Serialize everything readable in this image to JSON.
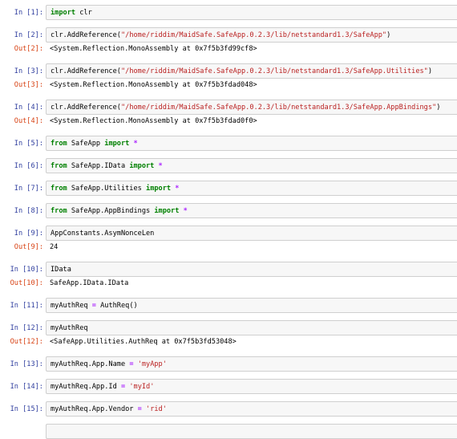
{
  "cells": [
    {
      "in_prompt": "In [1]:",
      "code": [
        {
          "t": "import",
          "c": "kw"
        },
        {
          "t": " clr",
          "c": ""
        }
      ]
    },
    {
      "in_prompt": "In [2]:",
      "code": [
        {
          "t": "clr.AddReference(",
          "c": ""
        },
        {
          "t": "\"/home/riddim/MaidSafe.SafeApp.0.2.3/lib/netstandard1.3/SafeApp\"",
          "c": "str"
        },
        {
          "t": ")",
          "c": ""
        }
      ],
      "out_prompt": "Out[2]:",
      "output": "<System.Reflection.MonoAssembly at 0x7f5b3fd99cf8>"
    },
    {
      "in_prompt": "In [3]:",
      "code": [
        {
          "t": "clr.AddReference(",
          "c": ""
        },
        {
          "t": "\"/home/riddim/MaidSafe.SafeApp.0.2.3/lib/netstandard1.3/SafeApp.Utilities\"",
          "c": "str"
        },
        {
          "t": ")",
          "c": ""
        }
      ],
      "out_prompt": "Out[3]:",
      "output": "<System.Reflection.MonoAssembly at 0x7f5b3fdad048>"
    },
    {
      "in_prompt": "In [4]:",
      "code": [
        {
          "t": "clr.AddReference(",
          "c": ""
        },
        {
          "t": "\"/home/riddim/MaidSafe.SafeApp.0.2.3/lib/netstandard1.3/SafeApp.AppBindings\"",
          "c": "str"
        },
        {
          "t": ")",
          "c": ""
        }
      ],
      "out_prompt": "Out[4]:",
      "output": "<System.Reflection.MonoAssembly at 0x7f5b3fdad0f0>"
    },
    {
      "in_prompt": "In [5]:",
      "code": [
        {
          "t": "from",
          "c": "kw"
        },
        {
          "t": " SafeApp ",
          "c": ""
        },
        {
          "t": "import",
          "c": "kw"
        },
        {
          "t": " ",
          "c": ""
        },
        {
          "t": "*",
          "c": "op"
        }
      ]
    },
    {
      "in_prompt": "In [6]:",
      "code": [
        {
          "t": "from",
          "c": "kw"
        },
        {
          "t": " SafeApp.IData ",
          "c": ""
        },
        {
          "t": "import",
          "c": "kw"
        },
        {
          "t": " ",
          "c": ""
        },
        {
          "t": "*",
          "c": "op"
        }
      ]
    },
    {
      "in_prompt": "In [7]:",
      "code": [
        {
          "t": "from",
          "c": "kw"
        },
        {
          "t": " SafeApp.Utilities ",
          "c": ""
        },
        {
          "t": "import",
          "c": "kw"
        },
        {
          "t": " ",
          "c": ""
        },
        {
          "t": "*",
          "c": "op"
        }
      ]
    },
    {
      "in_prompt": "In [8]:",
      "code": [
        {
          "t": "from",
          "c": "kw"
        },
        {
          "t": " SafeApp.AppBindings ",
          "c": ""
        },
        {
          "t": "import",
          "c": "kw"
        },
        {
          "t": " ",
          "c": ""
        },
        {
          "t": "*",
          "c": "op"
        }
      ]
    },
    {
      "in_prompt": "In [9]:",
      "code": [
        {
          "t": "AppConstants.AsymNonceLen",
          "c": ""
        }
      ],
      "out_prompt": "Out[9]:",
      "output": "24"
    },
    {
      "in_prompt": "In [10]:",
      "code": [
        {
          "t": "IData",
          "c": ""
        }
      ],
      "out_prompt": "Out[10]:",
      "output": "SafeApp.IData.IData"
    },
    {
      "in_prompt": "In [11]:",
      "code": [
        {
          "t": "myAuthReq ",
          "c": ""
        },
        {
          "t": "=",
          "c": "op"
        },
        {
          "t": " AuthReq()",
          "c": ""
        }
      ]
    },
    {
      "in_prompt": "In [12]:",
      "code": [
        {
          "t": "myAuthReq",
          "c": ""
        }
      ],
      "out_prompt": "Out[12]:",
      "output": "<SafeApp.Utilities.AuthReq at 0x7f5b3fd53048>"
    },
    {
      "in_prompt": "In [13]:",
      "code": [
        {
          "t": "myAuthReq.App.Name ",
          "c": ""
        },
        {
          "t": "=",
          "c": "op"
        },
        {
          "t": " ",
          "c": ""
        },
        {
          "t": "'myApp'",
          "c": "str"
        }
      ]
    },
    {
      "in_prompt": "In [14]:",
      "code": [
        {
          "t": "myAuthReq.App.Id ",
          "c": ""
        },
        {
          "t": "=",
          "c": "op"
        },
        {
          "t": " ",
          "c": ""
        },
        {
          "t": "'myId'",
          "c": "str"
        }
      ]
    },
    {
      "in_prompt": "In [15]:",
      "code": [
        {
          "t": "myAuthReq.App.Vendor ",
          "c": ""
        },
        {
          "t": "=",
          "c": "op"
        },
        {
          "t": " ",
          "c": ""
        },
        {
          "t": "'rid'",
          "c": "str"
        }
      ]
    },
    {
      "in_prompt": "",
      "code": []
    }
  ]
}
